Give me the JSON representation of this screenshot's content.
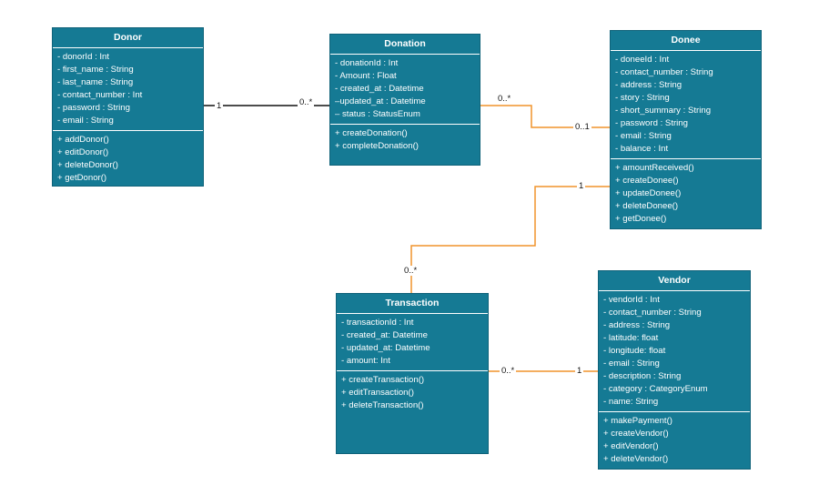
{
  "classes": {
    "donor": {
      "name": "Donor",
      "attributes": [
        "- donorId : Int",
        "- first_name : String",
        "- last_name : String",
        "- contact_number : Int",
        "- password : String",
        "- email : String"
      ],
      "methods": [
        "+ addDonor()",
        "+ editDonor()",
        "+ deleteDonor()",
        "+ getDonor()"
      ]
    },
    "donation": {
      "name": "Donation",
      "attributes": [
        "- donationId : Int",
        "- Amount : Float",
        "- created_at : Datetime",
        "–updated_at : Datetime",
        "– status : StatusEnum"
      ],
      "methods": [
        "+ createDonation()",
        "+ completeDonation()"
      ]
    },
    "donee": {
      "name": "Donee",
      "attributes": [
        "- doneeId : Int",
        "- contact_number : String",
        "- address : String",
        "- story : String",
        "- short_summary : String",
        "- password : String",
        "- email : String",
        "- balance : Int"
      ],
      "methods": [
        "+ amountReceived()",
        "+ createDonee()",
        "+ updateDonee()",
        "+ deleteDonee()",
        "+ getDonee()"
      ]
    },
    "transaction": {
      "name": "Transaction",
      "attributes": [
        "- transactionId : Int",
        "- created_at: Datetime",
        "- updated_at: Datetime",
        "- amount: Int"
      ],
      "methods": [
        "+ createTransaction()",
        "+ editTransaction()",
        "+ deleteTransaction()"
      ]
    },
    "vendor": {
      "name": "Vendor",
      "attributes": [
        "- vendorId : Int",
        "- contact_number : String",
        "- address : String",
        "- latitude: float",
        "- longitude: float",
        "- email : String",
        "- description : String",
        "- category : CategoryEnum",
        "- name: String"
      ],
      "methods": [
        "+ makePayment()",
        "+ createVendor()",
        "+ editVendor()",
        "+ deleteVendor()"
      ]
    }
  },
  "associations": {
    "donor_donation": {
      "donor_end": "1",
      "donation_end": "0..*",
      "color": "#111111"
    },
    "donation_donee": {
      "donation_end": "0..*",
      "donee_end": "0..1",
      "color": "#f0932b"
    },
    "donee_transaction": {
      "donee_end": "1",
      "transaction_end": "0..*",
      "color": "#f0932b"
    },
    "transaction_vendor": {
      "transaction_end": "0..*",
      "vendor_end": "1",
      "color": "#f0932b"
    }
  },
  "colors": {
    "class_fill": "#157a94",
    "class_text": "#ffffff",
    "line_primary": "#111111",
    "line_accent": "#f0932b"
  }
}
